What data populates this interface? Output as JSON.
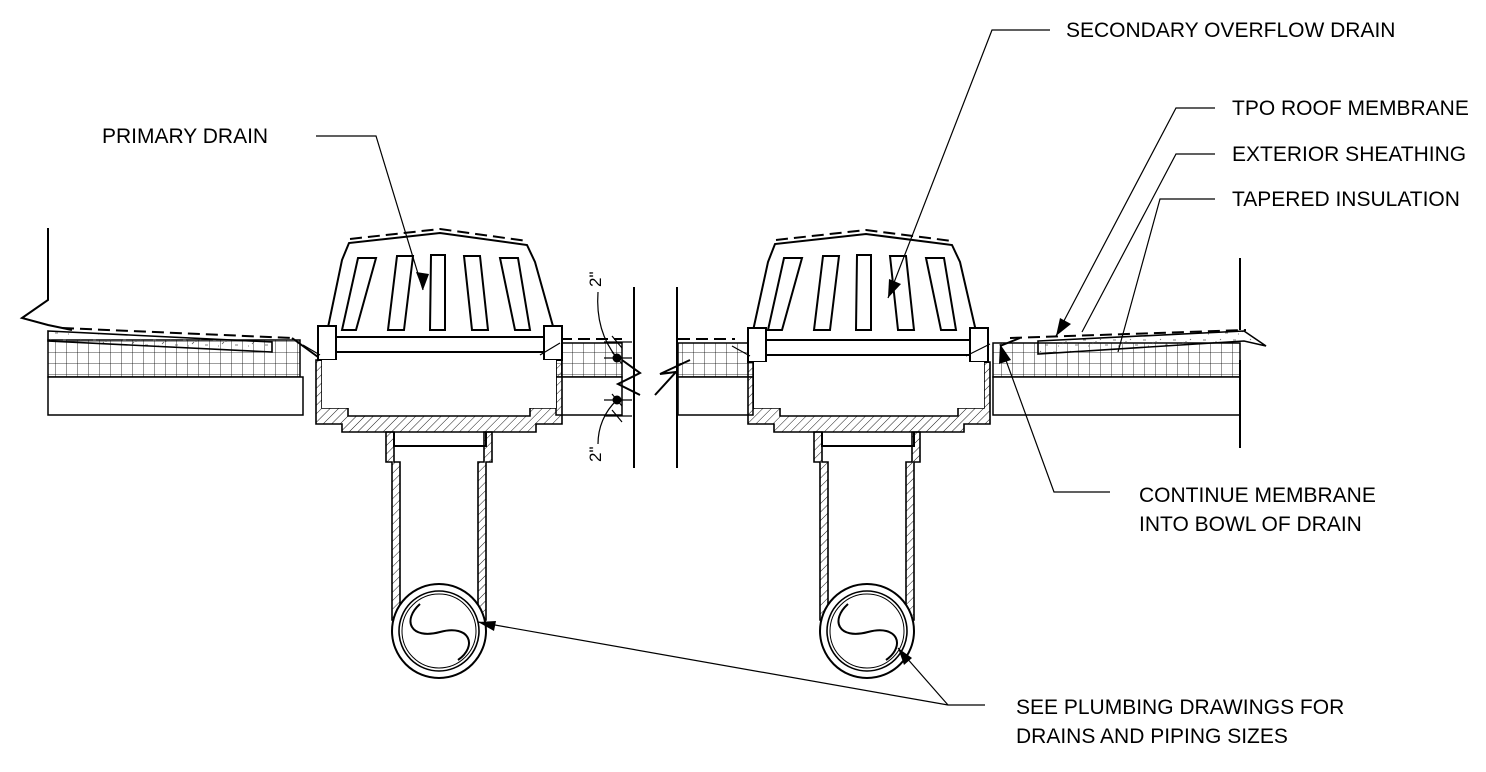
{
  "labels": {
    "primary_drain": "PRIMARY DRAIN",
    "secondary_overflow_drain": "SECONDARY OVERFLOW DRAIN",
    "tpo_roof_membrane": "TPO ROOF MEMBRANE",
    "exterior_sheathing": "EXTERIOR SHEATHING",
    "tapered_insulation": "TAPERED INSULATION",
    "continue_membrane_line1": "CONTINUE MEMBRANE",
    "continue_membrane_line2": "INTO BOWL OF DRAIN",
    "plumbing_line1": "SEE PLUMBING DRAWINGS FOR",
    "plumbing_line2": "DRAINS AND PIPING SIZES"
  },
  "dimensions": {
    "upper": "2\"",
    "lower": "2\""
  }
}
